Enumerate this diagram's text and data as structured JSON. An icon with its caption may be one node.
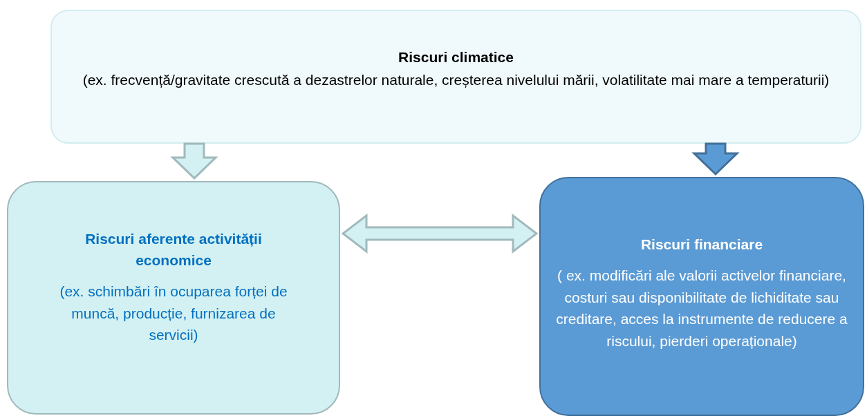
{
  "diagram": {
    "nodes": [
      {
        "text": [
          "Riscuri climatice",
          "(ex. frecvență/gravitate crescută a dezastrelor naturale, creșterea nivelului mării, volatilitate mai mare a temperaturii)"
        ]
      },
      {
        "text": [
          "Riscuri aferente activității economice",
          "(ex. schimbări în ocuparea forței de muncă, producție, furnizarea de servicii)"
        ]
      },
      {
        "text": [
          "Riscuri financiare",
          "( ex. modificări ale valorii activelor financiare, costuri sau disponibilitate de lichiditate sau creditare, acces la instrumente de reducere a riscului, pierderi operaționale)"
        ]
      }
    ],
    "edges": [
      {
        "from": 0,
        "to": 1,
        "arrow": "to"
      },
      {
        "from": 0,
        "to": 2,
        "arrow": "to",
        "color": "#5b9bd5"
      },
      {
        "from": 1,
        "to": 2,
        "arrow": "both"
      }
    ]
  }
}
